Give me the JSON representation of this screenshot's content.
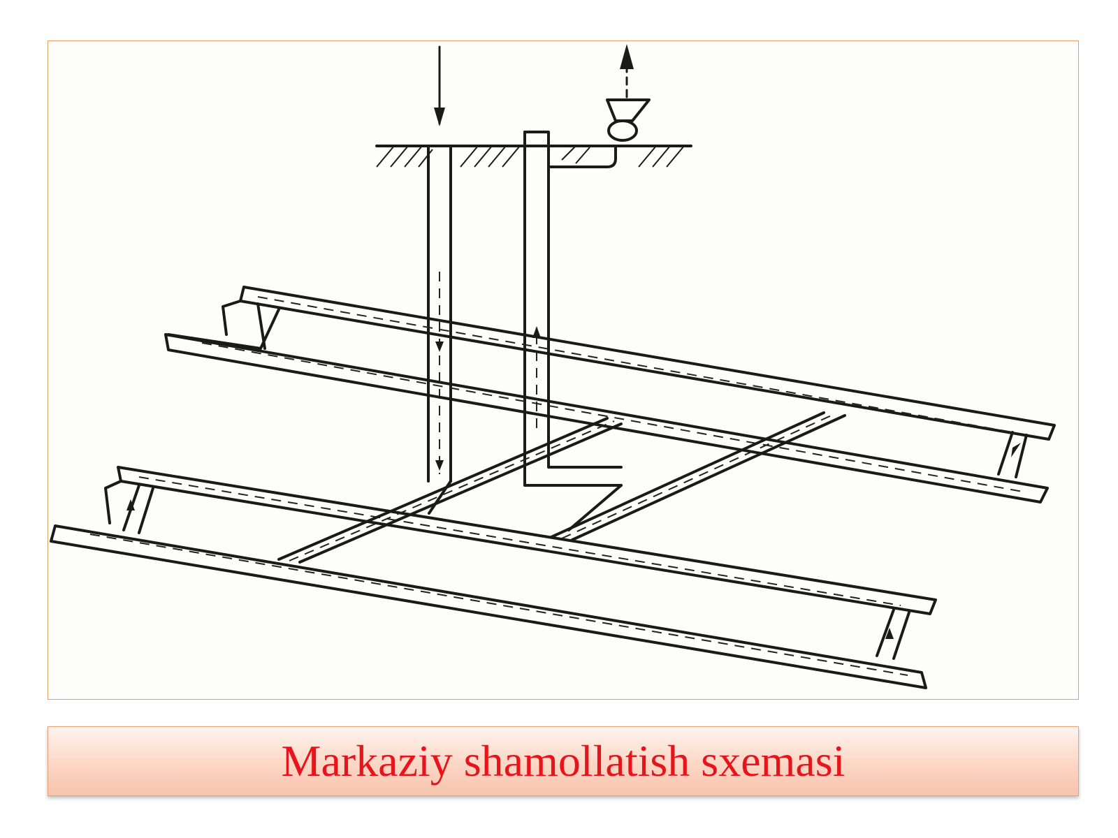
{
  "figure": {
    "icons": [
      "downcast-shaft",
      "upcast-shaft",
      "main-fan-icon",
      "intake-arrow-icon",
      "exhaust-arrow-icon"
    ]
  },
  "caption": {
    "text": "Markaziy shamollatish sxemasi",
    "color": "#e8141c"
  }
}
